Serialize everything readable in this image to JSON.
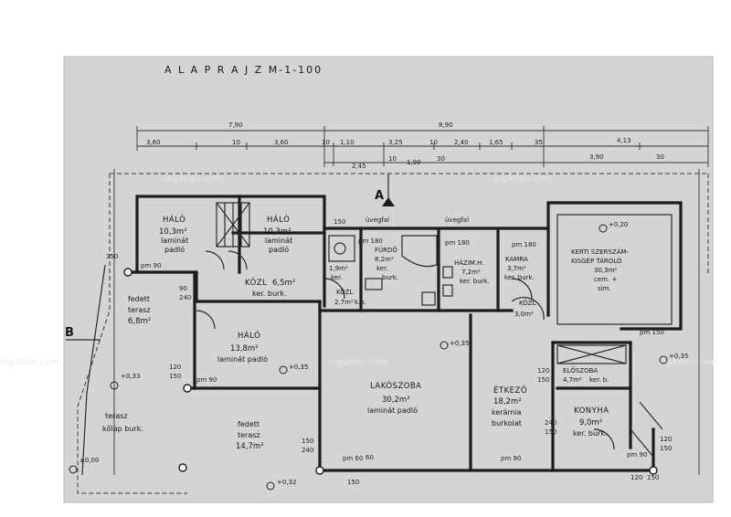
{
  "plan": {
    "title": "A L A P R A J Z   M-1-100",
    "scale_suffix": "100",
    "section_marker_a": "A",
    "section_marker_b": "B",
    "watermark": "ingatlan.com",
    "colors": {
      "paper": "#ffffff",
      "sheet": "#d4d4d4",
      "ink": "#1c1c1c"
    }
  },
  "dimensions": {
    "top_row": [
      "7,90",
      "8,90",
      "4,13"
    ],
    "mid_row": [
      "3,60",
      "10",
      "3,60",
      "10",
      "1,10",
      "3,25",
      "10",
      "2,40",
      "1,65",
      "35",
      "3,90",
      "30"
    ],
    "low_row": [
      "2,45",
      "10",
      "1,90",
      "30"
    ],
    "side": [
      "350",
      "150",
      "90",
      "240",
      "120",
      "150",
      "150",
      "240",
      "120",
      "150",
      "120",
      "150",
      "240",
      "150",
      "60",
      "150",
      "120",
      "150"
    ],
    "door_sizes": [
      "pm 90",
      "pm 90",
      "pm 90",
      "pm 60",
      "pm 180",
      "pm 180",
      "pm 180",
      "pm 150",
      "pm 90"
    ]
  },
  "rooms": [
    {
      "name": "HÁLÓ",
      "area": "10,3m²",
      "floor": "laminát",
      "floor2": "padló"
    },
    {
      "name": "HÁLÓ",
      "area": "10,3m²",
      "floor": "laminát",
      "floor2": "padló"
    },
    {
      "name": "KÖZL",
      "area": "6,5m²",
      "floor": "ker. burk."
    },
    {
      "name": "fedett",
      "area": "6,8m²",
      "floor": "terasz"
    },
    {
      "name": "HÁLÓ",
      "area": "13,8m²",
      "floor": "laminát padló"
    },
    {
      "name": "terasz",
      "area": "",
      "floor": "kőlap burk."
    },
    {
      "name": "fedett",
      "area": "14,7m²",
      "floor": "terasz"
    },
    {
      "name": "FÜRDŐ",
      "area": "8,2m²",
      "floor": "ker.",
      "floor2": "burk."
    },
    {
      "name": "WC",
      "area": "1,9m²",
      "floor": "ker."
    },
    {
      "name": "KÖZL",
      "area": "2,7m²",
      "floor": "k.b."
    },
    {
      "name": "HÁZIM.H.",
      "area": "7,2m²",
      "floor": "ker. burk."
    },
    {
      "name": "KAMRA",
      "area": "3,7m²",
      "floor": "ker. burk."
    },
    {
      "name": "KÖZL",
      "area": "3,0m²",
      "floor": ""
    },
    {
      "name": "KERTI SZERSZÁM-",
      "area": "30,3m²",
      "floor": "KISGÉP TÁROLÓ",
      "floor2": "cem. +",
      "floor3": "sim."
    },
    {
      "name": "LAKÓSZOBA",
      "area": "30,2m²",
      "floor": "laminát padló"
    },
    {
      "name": "ÉTKEZŐ",
      "area": "18,2m²",
      "floor": "kerámia",
      "floor2": "burkolat"
    },
    {
      "name": "ELŐSZOBA",
      "area": "4,7m²",
      "floor": "ker. b."
    },
    {
      "name": "KONYHA",
      "area": "9,0m²",
      "floor": "ker. burk."
    }
  ],
  "annotations": {
    "glass_wall_1": "üvegfal",
    "glass_wall_2": "üvegfal",
    "levels": [
      "+0,33",
      "+0,35",
      "+0,35",
      "±0,00",
      "+0,32",
      "+0,35",
      "+0,20"
    ]
  }
}
